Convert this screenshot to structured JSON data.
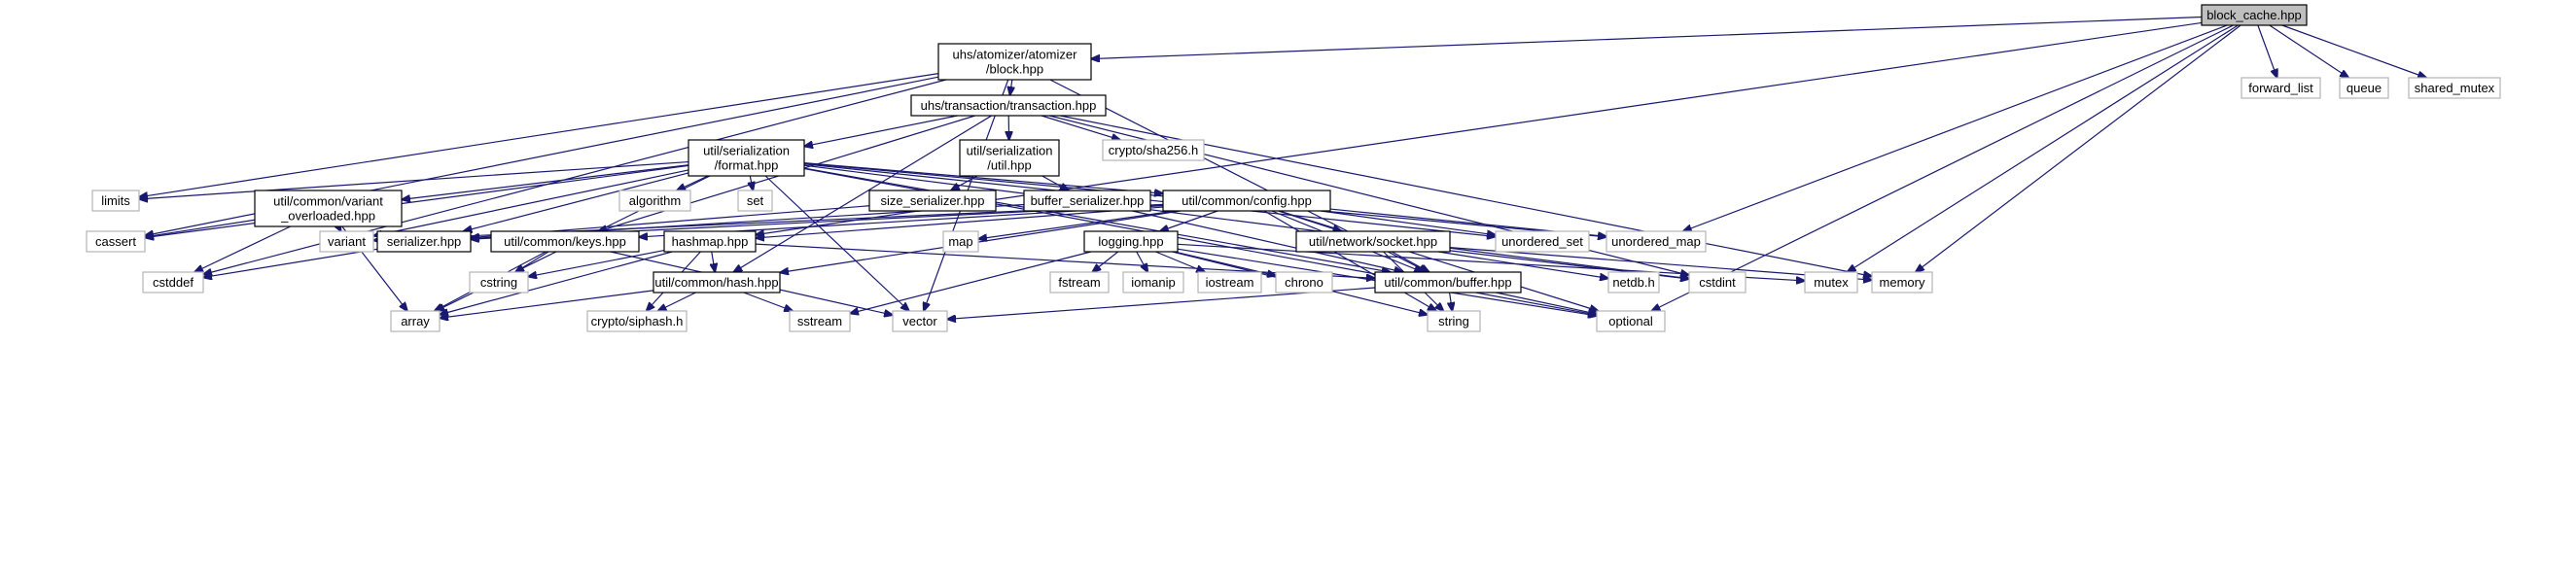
{
  "graph": {
    "root": "block_cache",
    "nodes": [
      {
        "id": "block_cache",
        "lines": [
          "block_cache.hpp"
        ],
        "documented": true,
        "root": true
      },
      {
        "id": "block",
        "lines": [
          "uhs/atomizer/atomizer",
          "/block.hpp"
        ],
        "documented": true
      },
      {
        "id": "forward_list",
        "lines": [
          "forward_list"
        ],
        "documented": false
      },
      {
        "id": "queue",
        "lines": [
          "queue"
        ],
        "documented": false
      },
      {
        "id": "shared_mutex",
        "lines": [
          "shared_mutex"
        ],
        "documented": false
      },
      {
        "id": "transaction",
        "lines": [
          "uhs/transaction/transaction.hpp"
        ],
        "documented": true
      },
      {
        "id": "format",
        "lines": [
          "util/serialization",
          "/format.hpp"
        ],
        "documented": true
      },
      {
        "id": "ser_util",
        "lines": [
          "util/serialization",
          "/util.hpp"
        ],
        "documented": true
      },
      {
        "id": "sha256",
        "lines": [
          "crypto/sha256.h"
        ],
        "documented": false
      },
      {
        "id": "limits",
        "lines": [
          "limits"
        ],
        "documented": false
      },
      {
        "id": "variant_overloaded",
        "lines": [
          "util/common/variant",
          "_overloaded.hpp"
        ],
        "documented": true
      },
      {
        "id": "algorithm",
        "lines": [
          "algorithm"
        ],
        "documented": false
      },
      {
        "id": "set",
        "lines": [
          "set"
        ],
        "documented": false
      },
      {
        "id": "size_serializer",
        "lines": [
          "size_serializer.hpp"
        ],
        "documented": true
      },
      {
        "id": "buffer_serializer",
        "lines": [
          "buffer_serializer.hpp"
        ],
        "documented": true
      },
      {
        "id": "config",
        "lines": [
          "util/common/config.hpp"
        ],
        "documented": true
      },
      {
        "id": "cassert",
        "lines": [
          "cassert"
        ],
        "documented": false
      },
      {
        "id": "variant",
        "lines": [
          "variant"
        ],
        "documented": false
      },
      {
        "id": "serializer",
        "lines": [
          "serializer.hpp"
        ],
        "documented": true
      },
      {
        "id": "keys",
        "lines": [
          "util/common/keys.hpp"
        ],
        "documented": true
      },
      {
        "id": "hashmap",
        "lines": [
          "hashmap.hpp"
        ],
        "documented": true
      },
      {
        "id": "map",
        "lines": [
          "map"
        ],
        "documented": false
      },
      {
        "id": "logging",
        "lines": [
          "logging.hpp"
        ],
        "documented": true
      },
      {
        "id": "socket",
        "lines": [
          "util/network/socket.hpp"
        ],
        "documented": true
      },
      {
        "id": "unordered_set",
        "lines": [
          "unordered_set"
        ],
        "documented": false
      },
      {
        "id": "unordered_map",
        "lines": [
          "unordered_map"
        ],
        "documented": false
      },
      {
        "id": "cstddef",
        "lines": [
          "cstddef"
        ],
        "documented": false
      },
      {
        "id": "cstring",
        "lines": [
          "cstring"
        ],
        "documented": false
      },
      {
        "id": "hash",
        "lines": [
          "util/common/hash.hpp"
        ],
        "documented": true
      },
      {
        "id": "fstream",
        "lines": [
          "fstream"
        ],
        "documented": false
      },
      {
        "id": "iomanip",
        "lines": [
          "iomanip"
        ],
        "documented": false
      },
      {
        "id": "iostream",
        "lines": [
          "iostream"
        ],
        "documented": false
      },
      {
        "id": "chrono",
        "lines": [
          "chrono"
        ],
        "documented": false
      },
      {
        "id": "buffer",
        "lines": [
          "util/common/buffer.hpp"
        ],
        "documented": true
      },
      {
        "id": "netdb",
        "lines": [
          "netdb.h"
        ],
        "documented": false
      },
      {
        "id": "cstdint",
        "lines": [
          "cstdint"
        ],
        "documented": false
      },
      {
        "id": "mutex",
        "lines": [
          "mutex"
        ],
        "documented": false
      },
      {
        "id": "memory",
        "lines": [
          "memory"
        ],
        "documented": false
      },
      {
        "id": "array",
        "lines": [
          "array"
        ],
        "documented": false
      },
      {
        "id": "siphash",
        "lines": [
          "crypto/siphash.h"
        ],
        "documented": false
      },
      {
        "id": "sstream",
        "lines": [
          "sstream"
        ],
        "documented": false
      },
      {
        "id": "vector",
        "lines": [
          "vector"
        ],
        "documented": false
      },
      {
        "id": "string",
        "lines": [
          "string"
        ],
        "documented": false
      },
      {
        "id": "optional",
        "lines": [
          "optional"
        ],
        "documented": false
      }
    ],
    "edges": [
      [
        "block_cache",
        "block"
      ],
      [
        "block_cache",
        "forward_list"
      ],
      [
        "block_cache",
        "queue"
      ],
      [
        "block_cache",
        "shared_mutex"
      ],
      [
        "block_cache",
        "hashmap"
      ],
      [
        "block_cache",
        "unordered_map"
      ],
      [
        "block_cache",
        "mutex"
      ],
      [
        "block_cache",
        "memory"
      ],
      [
        "block_cache",
        "optional"
      ],
      [
        "block",
        "transaction"
      ],
      [
        "block",
        "limits"
      ],
      [
        "block",
        "cassert"
      ],
      [
        "block",
        "cstddef"
      ],
      [
        "block",
        "vector"
      ],
      [
        "block",
        "buffer"
      ],
      [
        "transaction",
        "format"
      ],
      [
        "transaction",
        "ser_util"
      ],
      [
        "transaction",
        "sha256"
      ],
      [
        "transaction",
        "keys"
      ],
      [
        "transaction",
        "hash"
      ],
      [
        "transaction",
        "cstdint"
      ],
      [
        "transaction",
        "memory"
      ],
      [
        "format",
        "limits"
      ],
      [
        "format",
        "variant_overloaded"
      ],
      [
        "format",
        "algorithm"
      ],
      [
        "format",
        "set"
      ],
      [
        "format",
        "config"
      ],
      [
        "format",
        "cassert"
      ],
      [
        "format",
        "variant"
      ],
      [
        "format",
        "serializer"
      ],
      [
        "format",
        "array"
      ],
      [
        "format",
        "vector"
      ],
      [
        "format",
        "unordered_set"
      ],
      [
        "format",
        "unordered_map"
      ],
      [
        "format",
        "cstdint"
      ],
      [
        "format",
        "buffer"
      ],
      [
        "format",
        "optional"
      ],
      [
        "ser_util",
        "size_serializer"
      ],
      [
        "ser_util",
        "buffer_serializer"
      ],
      [
        "variant_overloaded",
        "cassert"
      ],
      [
        "variant_overloaded",
        "variant"
      ],
      [
        "variant_overloaded",
        "cstddef"
      ],
      [
        "variant_overloaded",
        "array"
      ],
      [
        "size_serializer",
        "serializer"
      ],
      [
        "buffer_serializer",
        "serializer"
      ],
      [
        "buffer_serializer",
        "buffer"
      ],
      [
        "config",
        "serializer"
      ],
      [
        "config",
        "variant"
      ],
      [
        "config",
        "keys"
      ],
      [
        "config",
        "hashmap"
      ],
      [
        "config",
        "map"
      ],
      [
        "config",
        "logging"
      ],
      [
        "config",
        "socket"
      ],
      [
        "config",
        "unordered_set"
      ],
      [
        "config",
        "unordered_map"
      ],
      [
        "config",
        "hash"
      ],
      [
        "config",
        "string"
      ],
      [
        "config",
        "optional"
      ],
      [
        "config",
        "buffer"
      ],
      [
        "serializer",
        "cstddef"
      ],
      [
        "keys",
        "array"
      ],
      [
        "keys",
        "cstring"
      ],
      [
        "keys",
        "vector"
      ],
      [
        "hashmap",
        "hash"
      ],
      [
        "hashmap",
        "array"
      ],
      [
        "hashmap",
        "cstring"
      ],
      [
        "hashmap",
        "siphash"
      ],
      [
        "hashmap",
        "buffer"
      ],
      [
        "logging",
        "fstream"
      ],
      [
        "logging",
        "iomanip"
      ],
      [
        "logging",
        "iostream"
      ],
      [
        "logging",
        "chrono"
      ],
      [
        "logging",
        "sstream"
      ],
      [
        "logging",
        "string"
      ],
      [
        "logging",
        "optional"
      ],
      [
        "logging",
        "mutex"
      ],
      [
        "socket",
        "buffer"
      ],
      [
        "socket",
        "netdb"
      ],
      [
        "socket",
        "cstdint"
      ],
      [
        "socket",
        "memory"
      ],
      [
        "socket",
        "string"
      ],
      [
        "hash",
        "array"
      ],
      [
        "hash",
        "siphash"
      ],
      [
        "hash",
        "sstream"
      ],
      [
        "buffer",
        "vector"
      ],
      [
        "buffer",
        "string"
      ],
      [
        "buffer",
        "optional"
      ]
    ]
  }
}
